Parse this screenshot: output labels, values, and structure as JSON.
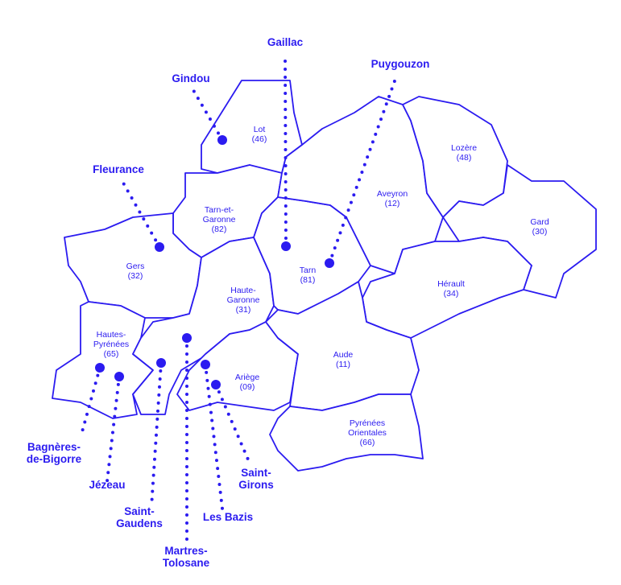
{
  "color": "#2b1bf0",
  "departments": [
    {
      "name": "Lot",
      "code": "(46)"
    },
    {
      "name": "Tarn-et-\nGaronne",
      "code": "(82)"
    },
    {
      "name": "Gers",
      "code": "(32)"
    },
    {
      "name": "Hautes-\nPyrénées",
      "code": "(65)"
    },
    {
      "name": "Haute-\nGaronne",
      "code": "(31)"
    },
    {
      "name": "Ariège",
      "code": "(09)"
    },
    {
      "name": "Tarn",
      "code": "(81)"
    },
    {
      "name": "Aveyron",
      "code": "(12)"
    },
    {
      "name": "Lozère",
      "code": "(48)"
    },
    {
      "name": "Gard",
      "code": "(30)"
    },
    {
      "name": "Hérault",
      "code": "(34)"
    },
    {
      "name": "Aude",
      "code": "(11)"
    },
    {
      "name": "Pyrénées\nOrientales",
      "code": "(66)"
    }
  ],
  "towns": [
    {
      "name": "Gaillac"
    },
    {
      "name": "Puygouzon"
    },
    {
      "name": "Gindou"
    },
    {
      "name": "Fleurance"
    },
    {
      "name": "Bagnères-\nde-Bigorre"
    },
    {
      "name": "Jézeau"
    },
    {
      "name": "Saint-\nGaudens"
    },
    {
      "name": "Martres-\nTolosane"
    },
    {
      "name": "Les Bazis"
    },
    {
      "name": "Saint-\nGirons"
    }
  ]
}
